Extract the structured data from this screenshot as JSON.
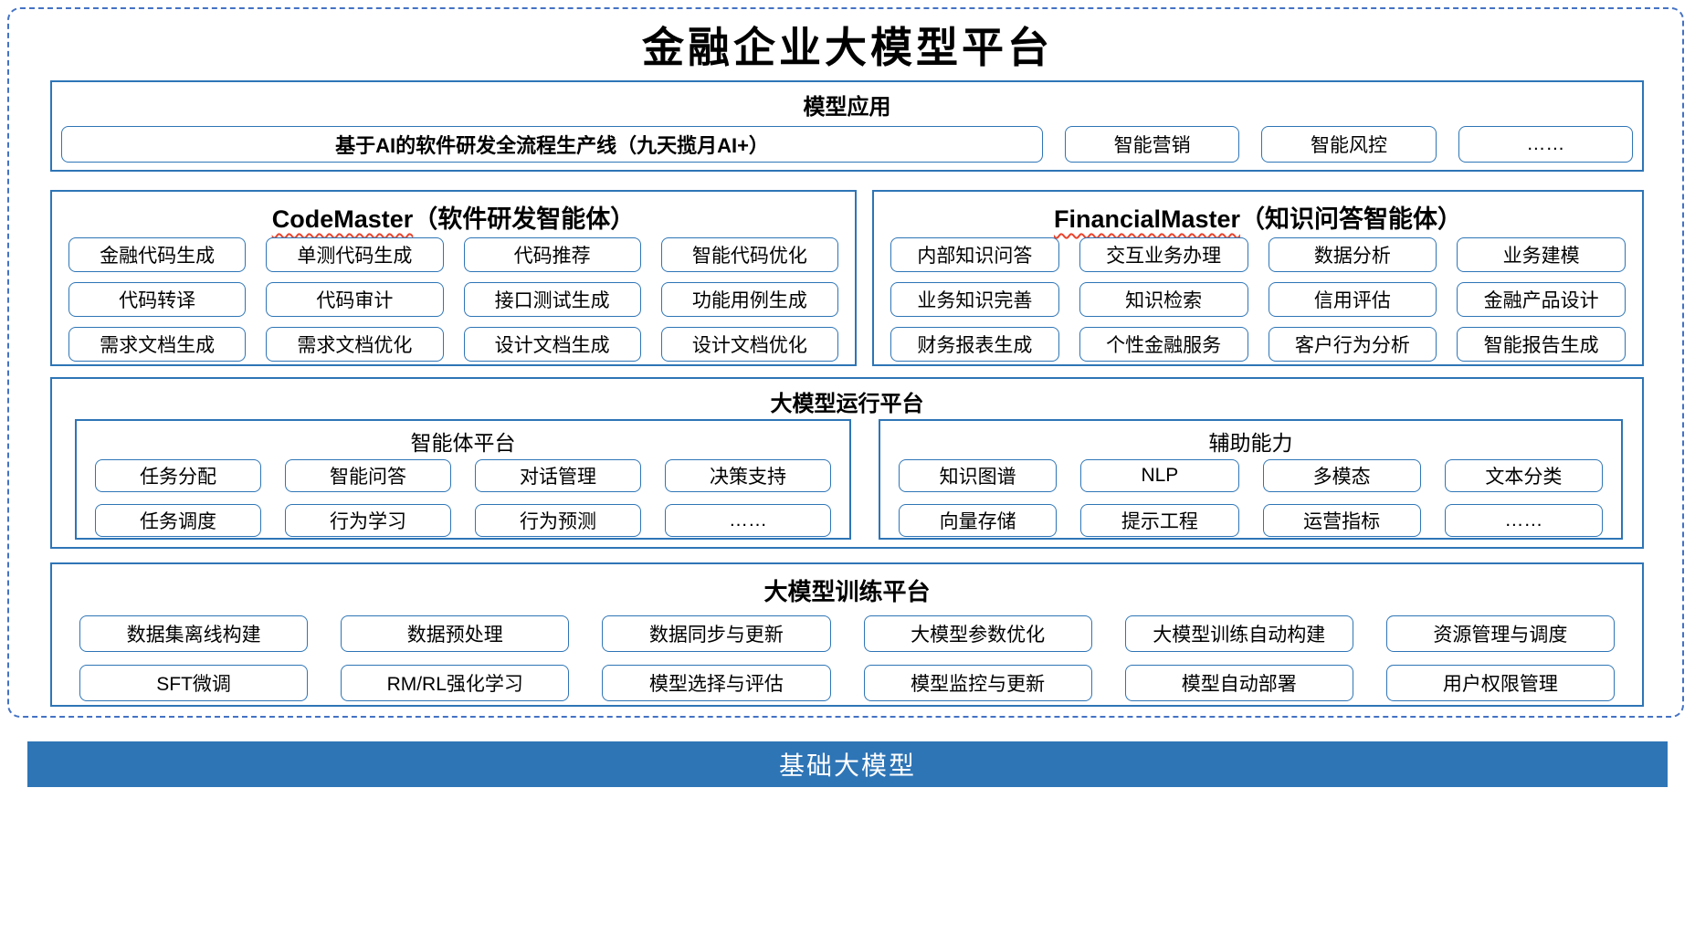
{
  "title": "金融企业大模型平台",
  "colors": {
    "accent": "#2E75B6",
    "dashed_border": "#4472C4",
    "squiggle": "#E8442E",
    "foundation_bg": "#2E75B6"
  },
  "model_app": {
    "header": "模型应用",
    "main_box": "基于AI的软件研发全流程生产线（九天揽月AI+）",
    "box1": "智能营销",
    "box2": "智能风控",
    "box3": "……"
  },
  "code_master": {
    "name": "CodeMaster",
    "subtitle": "（软件研发智能体）",
    "boxes": [
      "金融代码生成",
      "单测代码生成",
      "代码推荐",
      "智能代码优化",
      "代码转译",
      "代码审计",
      "接口测试生成",
      "功能用例生成",
      "需求文档生成",
      "需求文档优化",
      "设计文档生成",
      "设计文档优化"
    ]
  },
  "financial_master": {
    "name": "FinancialMaster",
    "subtitle": "（知识问答智能体）",
    "boxes": [
      "内部知识问答",
      "交互业务办理",
      "数据分析",
      "业务建模",
      "业务知识完善",
      "知识检索",
      "信用评估",
      "金融产品设计",
      "财务报表生成",
      "个性金融服务",
      "客户行为分析",
      "智能报告生成"
    ]
  },
  "runtime": {
    "header": "大模型运行平台",
    "agent_platform": {
      "title": "智能体平台",
      "boxes": [
        "任务分配",
        "智能问答",
        "对话管理",
        "决策支持",
        "任务调度",
        "行为学习",
        "行为预测",
        "……"
      ]
    },
    "aux_ability": {
      "title": "辅助能力",
      "boxes": [
        "知识图谱",
        "NLP",
        "多模态",
        "文本分类",
        "向量存储",
        "提示工程",
        "运营指标",
        "……"
      ]
    }
  },
  "training": {
    "header": "大模型训练平台",
    "boxes": [
      "数据集离线构建",
      "数据预处理",
      "数据同步与更新",
      "大模型参数优化",
      "大模型训练自动构建",
      "资源管理与调度",
      "SFT微调",
      "RM/RL强化学习",
      "模型选择与评估",
      "模型监控与更新",
      "模型自动部署",
      "用户权限管理"
    ]
  },
  "foundation": {
    "label": "基础大模型"
  }
}
